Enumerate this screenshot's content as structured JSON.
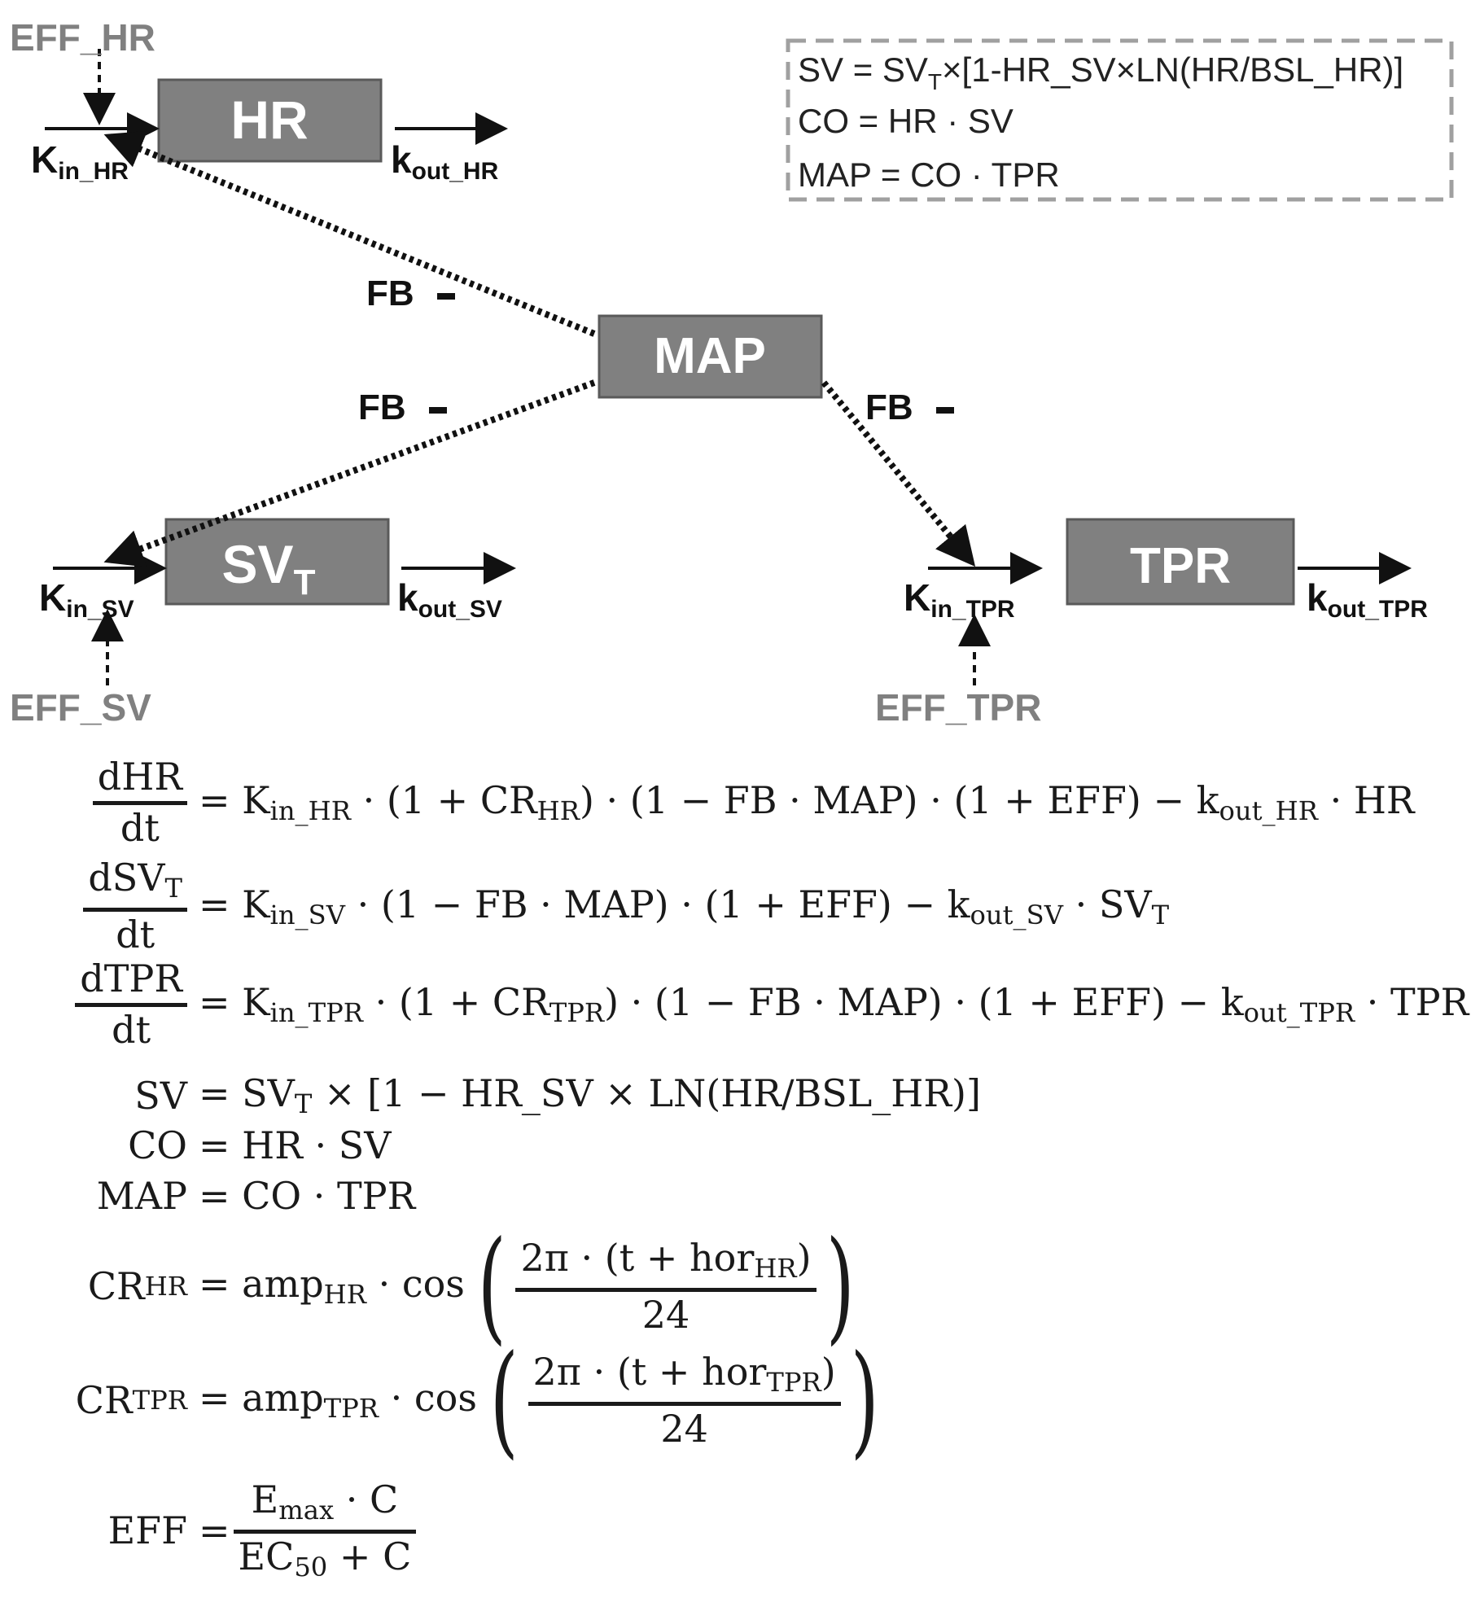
{
  "diagram": {
    "boxes": {
      "hr": "HR",
      "map": "MAP",
      "sv_main": "SV",
      "sv_sub": "T",
      "tpr": "TPR"
    },
    "rates": {
      "kin_hr_main": "K",
      "kin_hr_sub": "in_HR",
      "kout_hr_main": "k",
      "kout_hr_sub": "out_HR",
      "kin_sv_main": "K",
      "kin_sv_sub": "in_SV",
      "kout_sv_main": "k",
      "kout_sv_sub": "out_SV",
      "kin_tpr_main": "K",
      "kin_tpr_sub": "in_TPR",
      "kout_tpr_main": "k",
      "kout_tpr_sub": "out_TPR"
    },
    "effects": {
      "hr": "EFF_HR",
      "sv": "EFF_SV",
      "tpr": "EFF_TPR"
    },
    "feedback": {
      "hr": "FB",
      "sv": "FB",
      "tpr": "FB"
    },
    "legend": {
      "line1_a": "SV = SV",
      "line1_sub": "T",
      "line1_b": "×[1-HR_SV×LN(HR/BSL_HR)]",
      "line2": "CO = HR · SV",
      "line3": "MAP = CO · TPR"
    },
    "colors": {
      "box_fill": "#808080",
      "box_border": "#5a5a5a",
      "effect_text": "#808080",
      "legend_border": "#a0a0a0"
    }
  },
  "equations": {
    "dhr": {
      "num": "dHR",
      "den": "dt",
      "rhs_html": "= K<sub>in_HR</sub> · (1 + CR<sub>HR</sub>) · (1 − FB · MAP) · (1 + EFF) − k<sub>out_HR</sub> · HR"
    },
    "dsvt": {
      "num_main": "dSV",
      "num_sub": "T",
      "den": "dt",
      "rhs_html": "= K<sub>in_SV</sub> · (1 − FB · MAP) · (1 + EFF) − k<sub>out_SV</sub> · SV<sub>T</sub>"
    },
    "dtpr": {
      "num": "dTPR",
      "den": "dt",
      "rhs_html": "= K<sub>in_TPR</sub> · (1 + CR<sub>TPR</sub>) · (1 − FB · MAP) · (1 + EFF) − k<sub>out_TPR</sub> · TPR"
    },
    "sv": {
      "lhs": "SV",
      "rhs_html": "= SV<sub>T</sub> × [1 − HR_SV × LN(HR/BSL_HR)]"
    },
    "co": {
      "lhs": "CO",
      "rhs": "= HR · SV"
    },
    "map": {
      "lhs": "MAP",
      "rhs": "= CO · TPR"
    },
    "crhr": {
      "lhs_main": "CR",
      "lhs_sub": "HR",
      "pre_html": "= amp<sub>HR</sub> · cos",
      "num_html": "2π · (t + hor<sub>HR</sub>)",
      "den": "24"
    },
    "crtpr": {
      "lhs_main": "CR",
      "lhs_sub": "TPR",
      "pre_html": "= amp<sub>TPR</sub> · cos",
      "num_html": "2π · (t + hor<sub>TPR</sub>)",
      "den": "24"
    },
    "eff": {
      "lhs": "EFF",
      "num_html": "E<sub>max</sub> · C",
      "den_html": "EC<sub>50</sub> + C"
    }
  }
}
